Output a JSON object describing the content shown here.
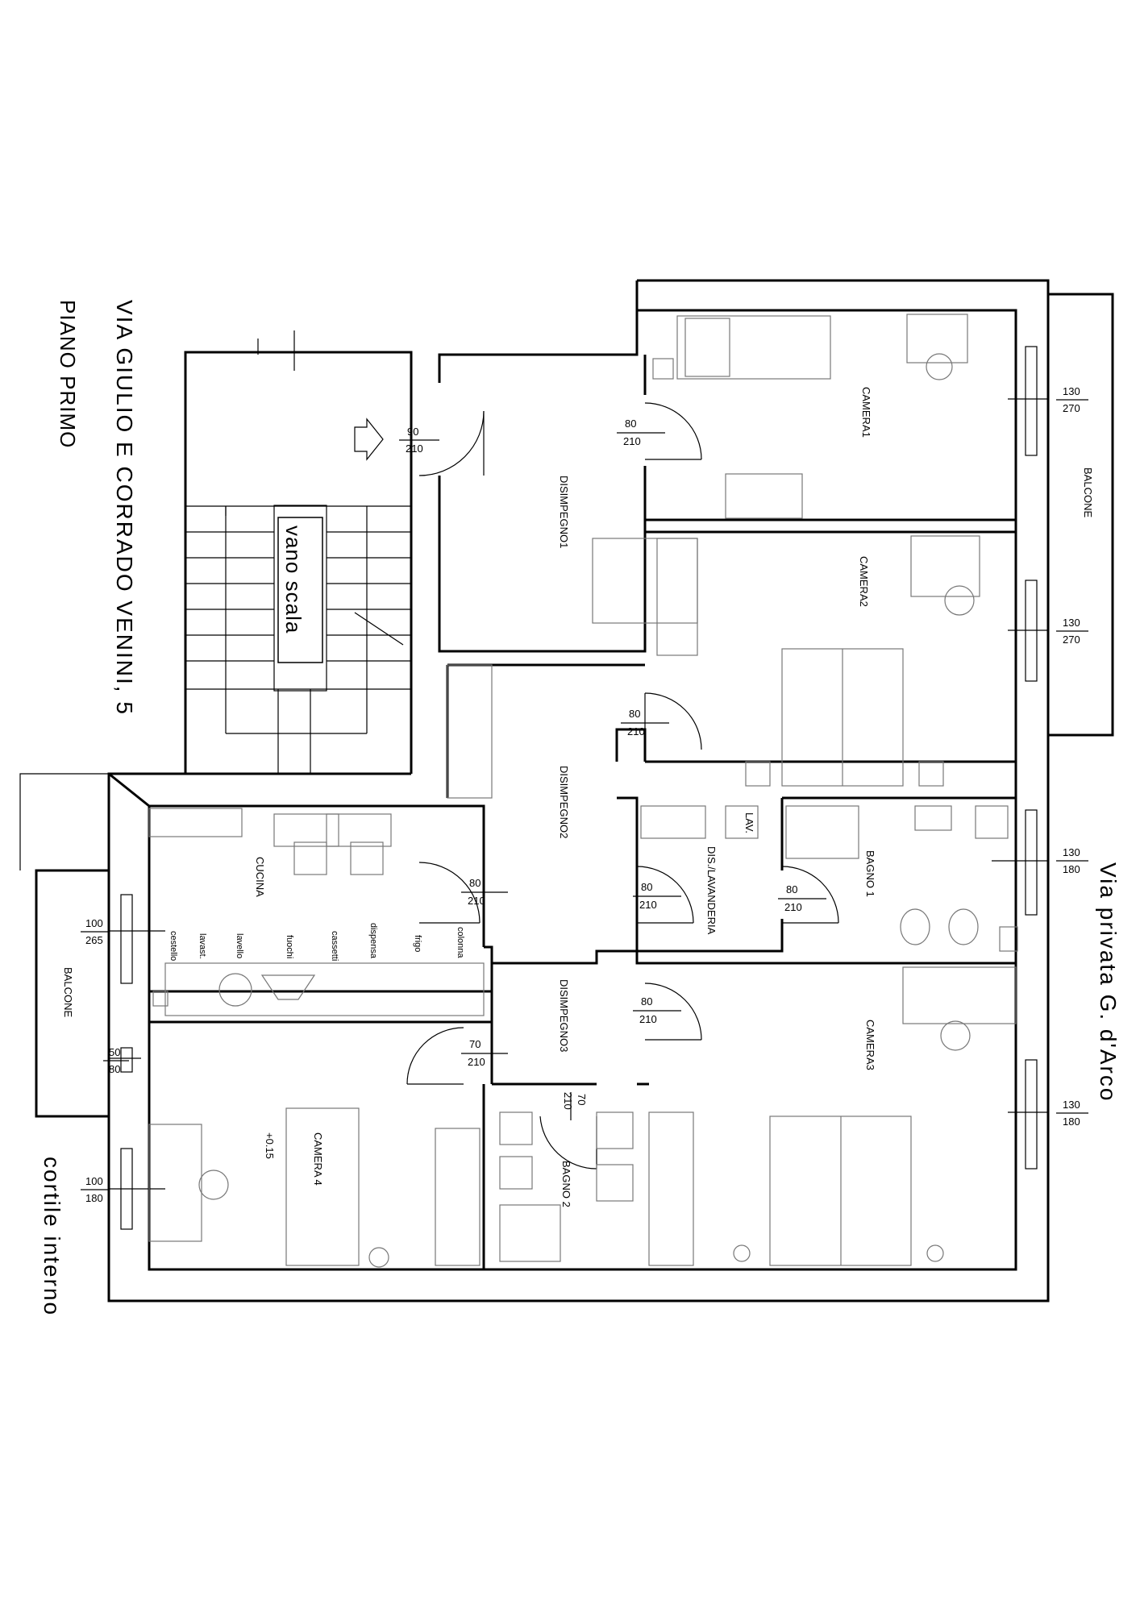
{
  "header": {
    "address": "VIA GIULIO E CORRADO VENINI, 5",
    "floor": "PIANO PRIMO"
  },
  "streets": {
    "east": "Via privata G. d'Arco",
    "courtyard": "cortile interno"
  },
  "stair": {
    "label": "vano scala"
  },
  "rooms": {
    "camera1": "CAMERA1",
    "camera2": "CAMERA2",
    "camera3": "CAMERA3",
    "camera4": "CAMERA  4",
    "cucina": "CUCINA",
    "disimpegno1": "DISIMPEGNO1",
    "disimpegno2": "DISIMPEGNO2",
    "disimpegno3": "DISIMPEGNO3",
    "dislav": "DIS./LAVANDERIA",
    "bagno1": "BAGNO   1",
    "bagno2": "BAGNO  2",
    "lav": "LAV.",
    "balcone_east": "BALCONE",
    "balcone_west": "BALCONE",
    "level": "+0.15"
  },
  "kitchen_items": [
    "cestello",
    "lavast.",
    "lavello",
    "fuochi",
    "cassetti",
    "dispensa",
    "frigo",
    "colonna"
  ],
  "doors": {
    "entry": {
      "w": "90",
      "h": "210"
    },
    "cam1": {
      "w": "80",
      "h": "210"
    },
    "cam2": {
      "w": "80",
      "h": "210"
    },
    "cucina": {
      "w": "80",
      "h": "210"
    },
    "dislav": {
      "w": "80",
      "h": "210"
    },
    "bagno1": {
      "w": "80",
      "h": "210"
    },
    "cam3": {
      "w": "80",
      "h": "210"
    },
    "cam4": {
      "w": "70",
      "h": "210"
    },
    "bagno2": {
      "w": "70",
      "h": "210"
    }
  },
  "windows": {
    "cam1": {
      "w": "130",
      "h": "270"
    },
    "cam2": {
      "w": "130",
      "h": "270"
    },
    "bagno1": {
      "w": "130",
      "h": "180"
    },
    "cam3": {
      "w": "130",
      "h": "180"
    },
    "cucina": {
      "w": "100",
      "h": "265"
    },
    "small": {
      "w": "50",
      "h": "80"
    },
    "cam4": {
      "w": "100",
      "h": "180"
    }
  }
}
